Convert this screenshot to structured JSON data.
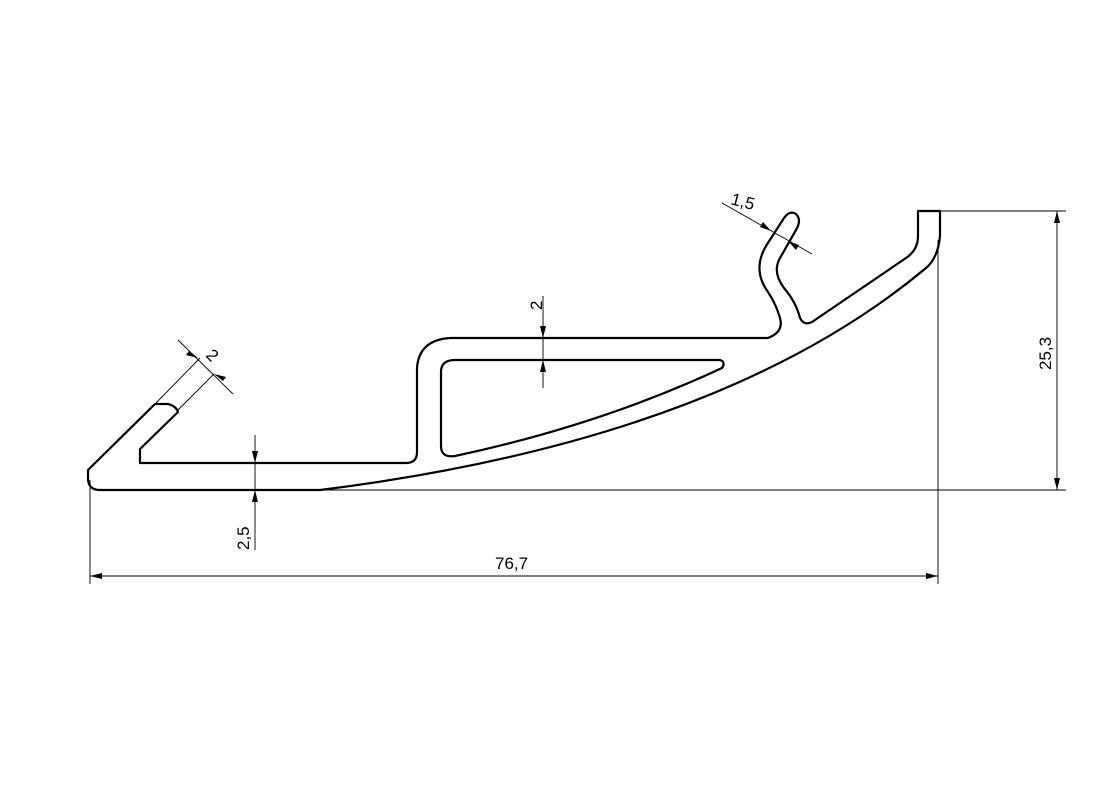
{
  "drawing": {
    "dimensions": {
      "overall_width": "76,7",
      "overall_height": "25,3",
      "base_thickness": "2,5",
      "slant_arm_thickness": "2",
      "top_wall_thickness": "2",
      "hook_thickness": "1,5"
    },
    "colors": {
      "line": "#000000",
      "background": "#ffffff"
    }
  }
}
